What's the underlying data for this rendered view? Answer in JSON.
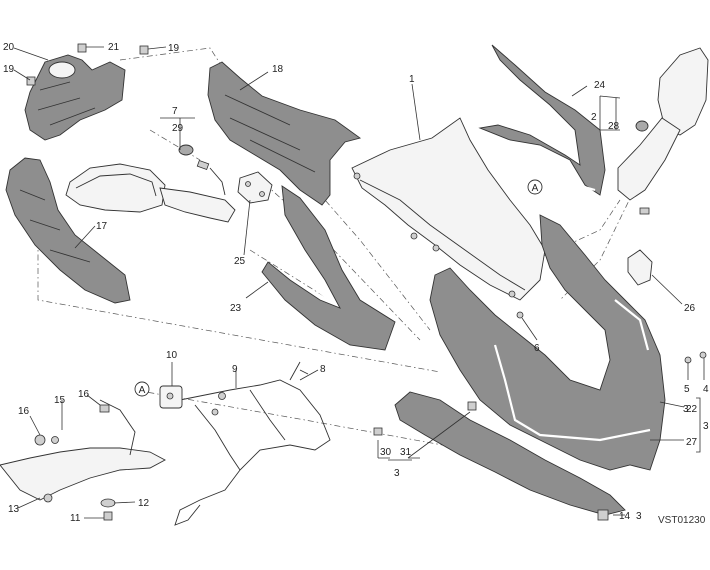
{
  "diagram": {
    "reference_code": "VST01230",
    "callouts": [
      {
        "id": "c1",
        "label": "1"
      },
      {
        "id": "c2",
        "label": "2"
      },
      {
        "id": "c3a",
        "label": "3"
      },
      {
        "id": "c3b",
        "label": "3"
      },
      {
        "id": "c3c",
        "label": "3"
      },
      {
        "id": "c3d",
        "label": "3"
      },
      {
        "id": "c4",
        "label": "4"
      },
      {
        "id": "c5",
        "label": "5"
      },
      {
        "id": "c6",
        "label": "6"
      },
      {
        "id": "c7",
        "label": "7"
      },
      {
        "id": "c8",
        "label": "8"
      },
      {
        "id": "c9",
        "label": "9"
      },
      {
        "id": "c10",
        "label": "10"
      },
      {
        "id": "c11",
        "label": "11"
      },
      {
        "id": "c12",
        "label": "12"
      },
      {
        "id": "c13",
        "label": "13"
      },
      {
        "id": "c14",
        "label": "14"
      },
      {
        "id": "c15",
        "label": "15"
      },
      {
        "id": "c16a",
        "label": "16"
      },
      {
        "id": "c16b",
        "label": "16"
      },
      {
        "id": "c17",
        "label": "17"
      },
      {
        "id": "c18",
        "label": "18"
      },
      {
        "id": "c19a",
        "label": "19"
      },
      {
        "id": "c19b",
        "label": "19"
      },
      {
        "id": "c20",
        "label": "20"
      },
      {
        "id": "c21",
        "label": "21"
      },
      {
        "id": "c22",
        "label": "22"
      },
      {
        "id": "c23",
        "label": "23"
      },
      {
        "id": "c24",
        "label": "24"
      },
      {
        "id": "c25",
        "label": "25"
      },
      {
        "id": "c26",
        "label": "26"
      },
      {
        "id": "c27",
        "label": "27"
      },
      {
        "id": "c28",
        "label": "28"
      },
      {
        "id": "c29",
        "label": "29"
      },
      {
        "id": "c30",
        "label": "30"
      },
      {
        "id": "c31",
        "label": "31"
      }
    ],
    "markers": [
      {
        "id": "mA1",
        "label": "A"
      },
      {
        "id": "mA2",
        "label": "A"
      }
    ]
  }
}
